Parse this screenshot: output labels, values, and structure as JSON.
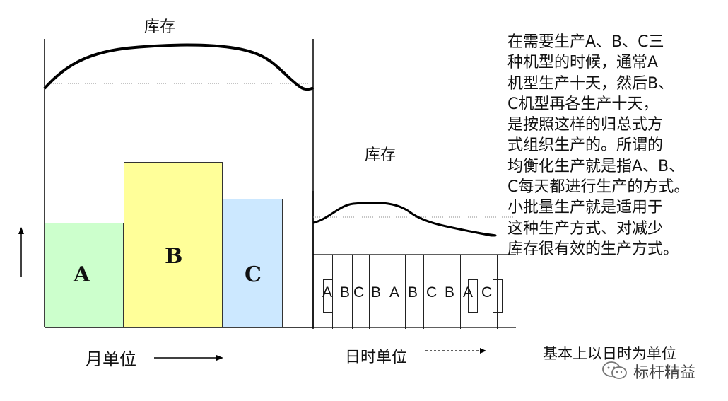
{
  "monthly_panel": {
    "inventory_label": "库存",
    "bars": [
      {
        "letter": "A",
        "value": 148,
        "color": "#ccffcc"
      },
      {
        "letter": "B",
        "value": 235,
        "color": "#ffff99"
      },
      {
        "letter": "C",
        "value": 182,
        "color": "#cce8ff"
      }
    ],
    "axis_label": "月单位"
  },
  "daily_panel": {
    "inventory_label": "库存",
    "sequence": [
      "A",
      "B",
      "C",
      "B",
      "A",
      "B",
      "C",
      "B",
      "A",
      "C"
    ],
    "axis_label": "日时单位"
  },
  "description": "在需要生产A、B、C三\n种机型的时候，通常A\n机型生产十天，然后B、\nC机型再各生产十天，\n是按照这样的归总式方\n式组织生产的。所谓的\n均衡化生产就是指A、B、\nC每天都进行生产的方式。\n小批量生产就是适用于\n这种生产方式、对减少\n库存很有效的生产方式。",
  "footer_note": "基本上以日时为单位",
  "watermark": "标杆精益",
  "colors": {
    "line": "#000000",
    "dotted": "#888888"
  }
}
